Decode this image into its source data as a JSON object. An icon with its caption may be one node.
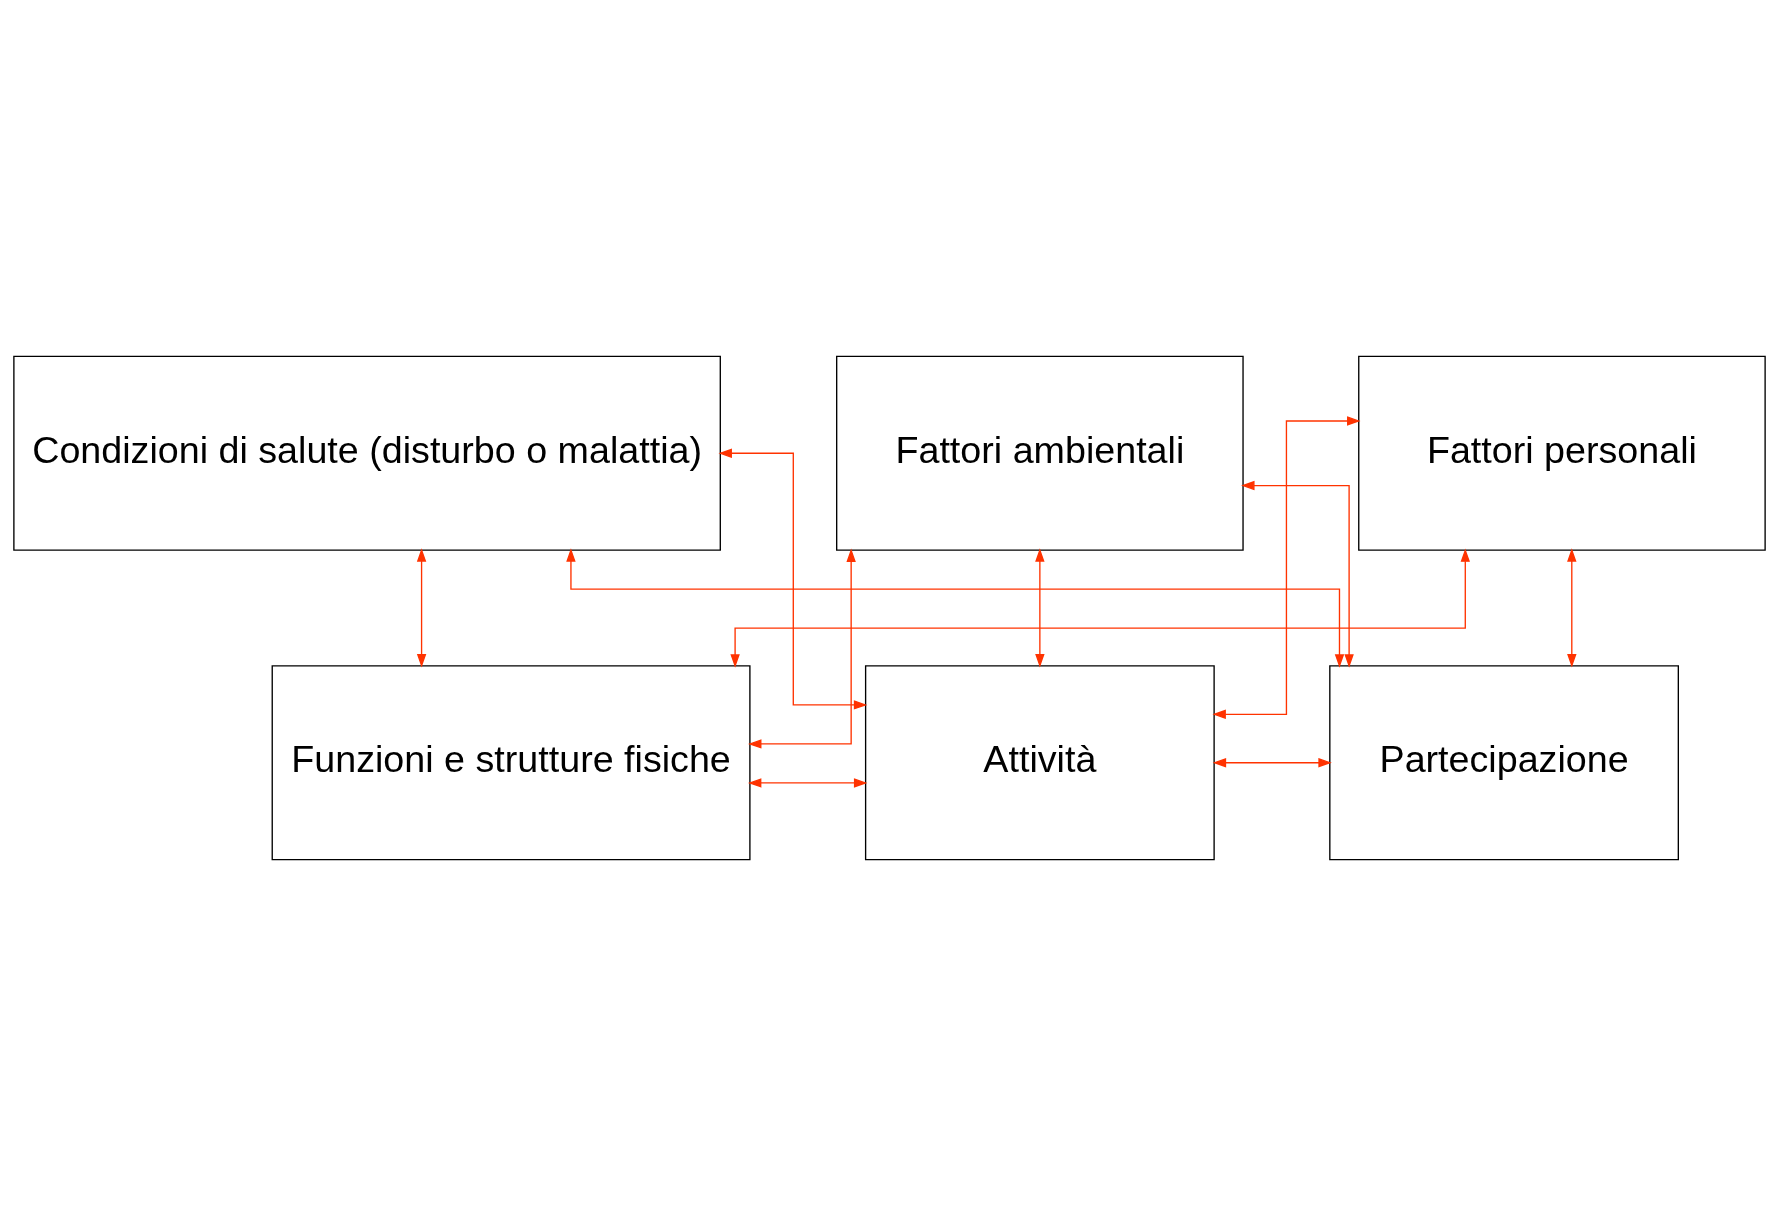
{
  "diagram": {
    "nodes": [
      {
        "text": [
          "Condizioni di salute (disturbo o malattia)"
        ]
      },
      {
        "text": [
          "Funzioni e strutture fisiche"
        ]
      },
      {
        "text": [
          "Attività"
        ]
      },
      {
        "text": [
          "Partecipazione"
        ]
      },
      {
        "text": [
          "Fattori ambientali"
        ]
      },
      {
        "text": [
          "Fattori personali"
        ]
      }
    ],
    "edges": [
      {
        "from": 0,
        "to": 1,
        "arrow": "both"
      },
      {
        "from": 0,
        "to": 2,
        "arrow": "both"
      },
      {
        "from": 0,
        "to": 3,
        "arrow": "both"
      },
      {
        "from": 1,
        "to": 2,
        "arrow": "both"
      },
      {
        "from": 2,
        "to": 3,
        "arrow": "both"
      },
      {
        "from": 4,
        "to": 1,
        "arrow": "both"
      },
      {
        "from": 4,
        "to": 2,
        "arrow": "both"
      },
      {
        "from": 4,
        "to": 3,
        "arrow": "both"
      },
      {
        "from": 5,
        "to": 1,
        "arrow": "both"
      },
      {
        "from": 5,
        "to": 2,
        "arrow": "both"
      },
      {
        "from": 5,
        "to": 3,
        "arrow": "both"
      }
    ]
  }
}
